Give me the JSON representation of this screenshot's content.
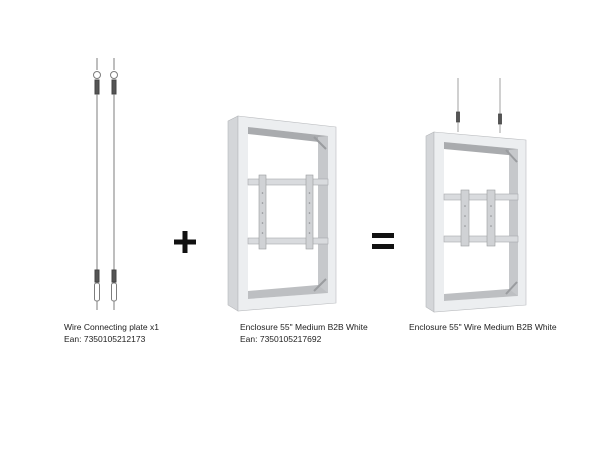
{
  "products": [
    {
      "id": "wire-kit",
      "name": "Wire Connecting plate x1",
      "ean_label": "Ean: 7350105212173"
    },
    {
      "id": "enclosure",
      "name": "Enclosure 55\" Medium B2B White",
      "ean_label": "Ean: 7350105217692"
    },
    {
      "id": "result",
      "name": "Enclosure 55\" Wire Medium B2B White"
    }
  ],
  "operators": {
    "plus": "+",
    "equals": "="
  },
  "colors": {
    "background": "#ffffff",
    "frame_light": "#e9eaec",
    "frame_mid": "#c9cbce",
    "frame_dark": "#9a9c9f",
    "wire": "#8a8a8a",
    "operator": "#111111",
    "text": "#222222"
  }
}
